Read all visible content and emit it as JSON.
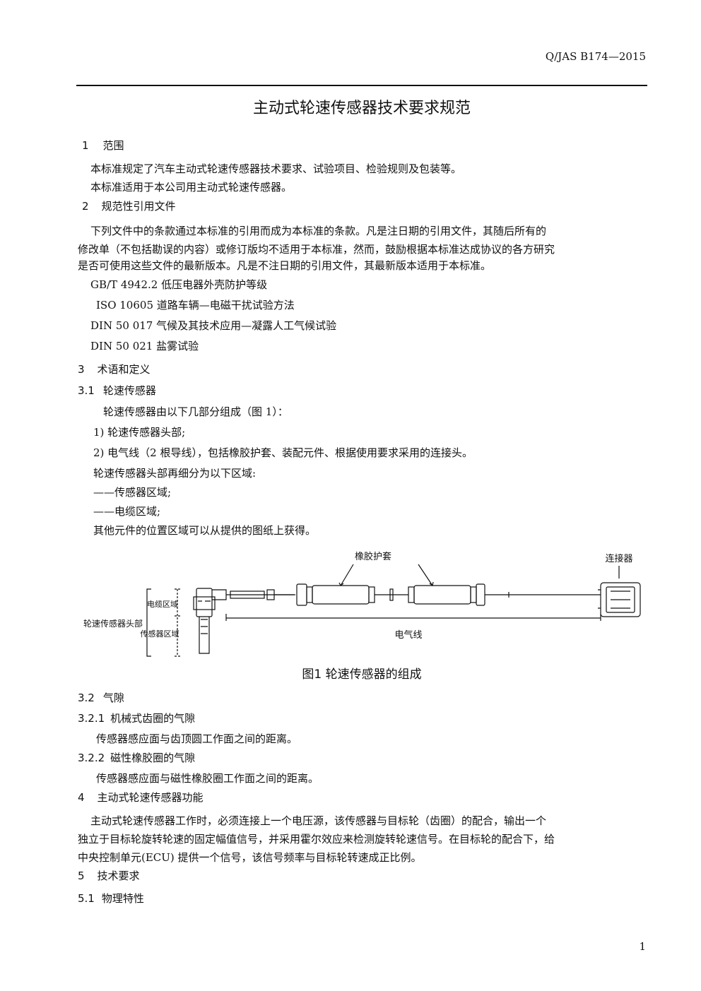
{
  "header": {
    "code": "Q/JAS B174—2015"
  },
  "title": "主动式轮速传感器技术要求规范",
  "s1": {
    "num": "1",
    "heading": "范围",
    "p1": "本标准规定了汽车主动式轮速传感器技术要求、试验项目、检验规则及包装等。",
    "p2": "本标准适用于本公司用主动式轮速传感器。"
  },
  "s2": {
    "num": "2",
    "heading": "规范性引用文件",
    "lines": [
      "下列文件中的条款通过本标准的引用而成为本标准的条款。凡是注日期的引用文件，其随后所有的",
      "修改单（不包括勘误的内容）或修订版均不适用于本标准，然而，鼓励根据本标准达成协议的各方研究",
      "是否可使用这些文件的最新版本。凡是不注日期的引用文件，其最新版本适用于本标准。"
    ],
    "refs": [
      "GB/T 4942.2 低压电器外壳防护等级",
      "ISO 10605 道路车辆—电磁干扰试验方法",
      "DIN 50 017 气候及其技术应用—凝露人工气候试验",
      "DIN 50 021 盐雾试验"
    ]
  },
  "s3": {
    "num": "3",
    "heading": "术语和定义",
    "s31": {
      "num": "3.1",
      "heading": "轮速传感器",
      "intro": "轮速传感器由以下几部分组成（图 1）：",
      "item1": "1) 轮速传感器头部;",
      "item2": "2) 电气线（2 根导线），包括橡胶护套、装配元件、根据使用要求采用的连接头。",
      "sub": "轮速传感器头部再细分为以下区域:",
      "dash1": "——传感器区域;",
      "dash2": "——电缆区域;",
      "other": "其他元件的位置区域可以从提供的图纸上获得。"
    },
    "figure": {
      "label_rubber": "橡胶护套",
      "label_connector": "连接器",
      "label_cable_zone": "电缆区域",
      "label_sensor_zone": "传感器区域",
      "label_head": "轮速传感器头部",
      "label_wire": "电气线",
      "caption": "图1    轮速传感器的组成"
    },
    "s32": {
      "num": "3.2",
      "heading": "气隙",
      "s321": {
        "num": "3.2.1",
        "heading": "机械式齿圈的气隙",
        "text": "传感器感应面与齿顶圆工作面之间的距离。"
      },
      "s322": {
        "num": "3.2.2",
        "heading": "磁性橡胶圈的气隙",
        "text": "传感器感应面与磁性橡胶圈工作面之间的距离。"
      }
    }
  },
  "s4": {
    "num": "4",
    "heading": "主动式轮速传感器功能",
    "lines": [
      "主动式轮速传感器工作时，必须连接上一个电压源，该传感器与目标轮（齿圈）的配合，输出一个",
      "独立于目标轮旋转轮速的固定幅值信号，并采用霍尔效应来检测旋转轮速信号。在目标轮的配合下，给",
      "中央控制单元(ECU) 提供一个信号，该信号频率与目标轮转速成正比例。"
    ]
  },
  "s5": {
    "num": "5",
    "heading": "技术要求",
    "s51": {
      "num": "5.1",
      "heading": "物理特性"
    }
  },
  "footer": {
    "page": "1"
  }
}
